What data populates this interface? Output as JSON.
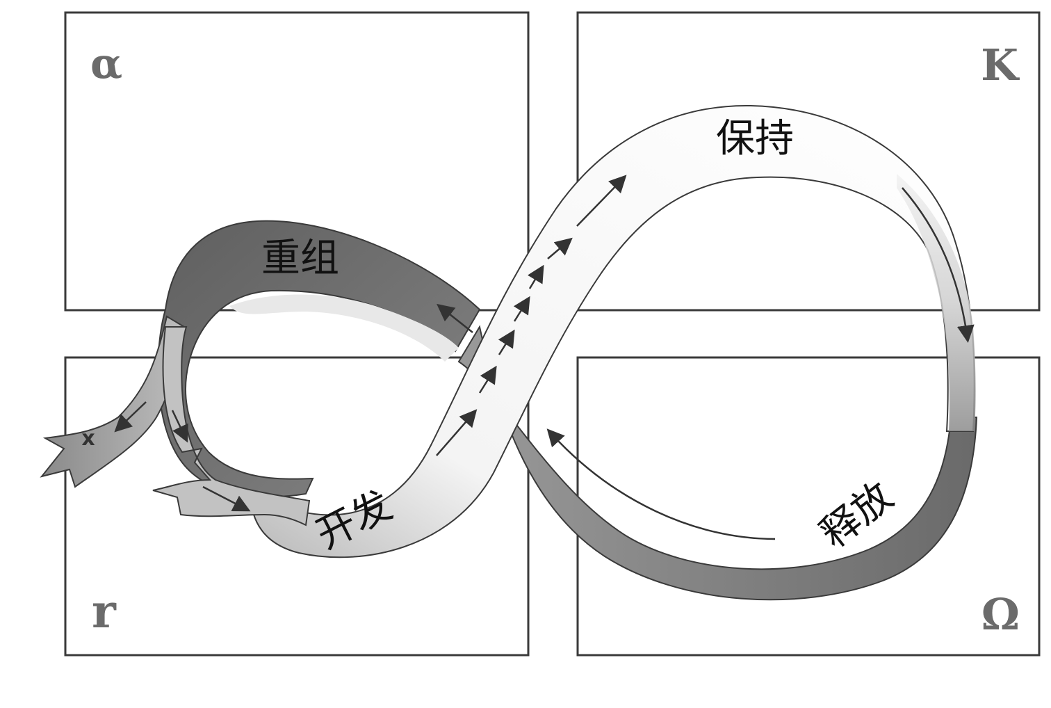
{
  "quadrants": {
    "top_left": {
      "letter": "α"
    },
    "top_right": {
      "letter": "K"
    },
    "bottom_left": {
      "letter": "r"
    },
    "bottom_right": {
      "letter": "Ω"
    }
  },
  "phases": {
    "reorganization": "重组",
    "conservation": "保持",
    "exploitation": "开发",
    "release": "释放"
  },
  "exit_marker": "x",
  "colors": {
    "frame": "#3a3a3a",
    "band_dark": "#6e6e6e",
    "band_mid": "#a9a9a9",
    "band_light": "#f2f2f2",
    "arrow": "#333333"
  }
}
